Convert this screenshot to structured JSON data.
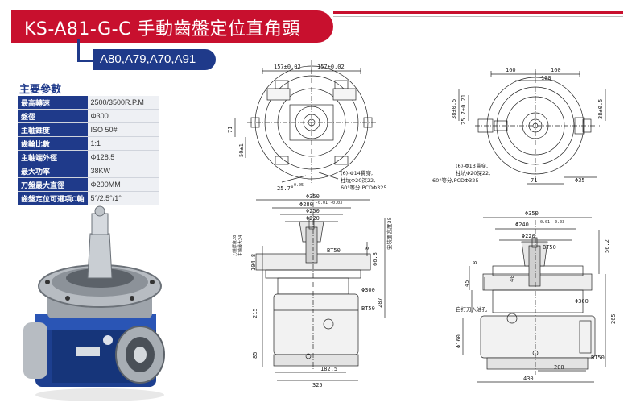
{
  "header": {
    "title": "KS-A81-G-C 手動齒盤定位直角頭",
    "models": "A80,A79,A70,A91"
  },
  "specs": {
    "heading": "主要參數",
    "rows": [
      {
        "label": "最高轉速",
        "value": "2500/3500R.P.M"
      },
      {
        "label": "盤徑",
        "value": "Φ300"
      },
      {
        "label": "主軸錐度",
        "value": "ISO 50#"
      },
      {
        "label": "齒輪比數",
        "value": "1:1"
      },
      {
        "label": "主軸端外徑",
        "value": "Φ128.5"
      },
      {
        "label": "最大功率",
        "value": "38KW"
      },
      {
        "label": "刀盤最大直徑",
        "value": "Φ200MM"
      },
      {
        "label": "齒盤定位可選項C軸",
        "value": "5°/2.5°/1°"
      }
    ]
  },
  "drawing_left": {
    "top_dims": [
      "157±0.02",
      "157±0.02"
    ],
    "left_dims": [
      "71",
      "50±1"
    ],
    "note_lines": [
      "(6)-Φ14貫穿,",
      "柱坑Φ20深22,",
      "60°等分,PCDΦ325"
    ],
    "angle": "25.7°",
    "angle_tol": "-0.05",
    "front_dims": [
      "Φ350",
      "Φ280",
      "Φ250",
      "Φ220",
      "Φ300"
    ],
    "tol_280": "-0.01 -0.03",
    "side_dims": [
      "104.8",
      "215",
      "85",
      "8",
      "66.8",
      "287"
    ],
    "vertical_note": "安裝面高度35",
    "left_vertical_notes": [
      "刀盤厚度28",
      "主軸最大24"
    ],
    "bt_labels": [
      "BT50",
      "BT50"
    ],
    "bottom_dims": [
      "182.5",
      "325"
    ]
  },
  "drawing_right": {
    "top_dims": [
      "160",
      "160",
      "100"
    ],
    "left_dims": [
      "38±0.5",
      "25.7±0.21"
    ],
    "right_dim": "38±0.5",
    "note_lines": [
      "(6)-Φ13貫穿,",
      "柱坑Φ20深22,",
      "60°等分,PCDΦ325"
    ],
    "bottom_dims": [
      "71",
      "Φ35"
    ],
    "front_dims": [
      "Φ350",
      "Φ240",
      "Φ220",
      "Φ300",
      "Φ160"
    ],
    "tol_240": "-0.01 -0.03",
    "bt_labels": [
      "BT50",
      "BT50"
    ],
    "side_dims": [
      "8",
      "45",
      "40",
      "56.2",
      "265"
    ],
    "tool_note": "自打刀入油孔",
    "base_dims": [
      "200",
      "430"
    ]
  }
}
